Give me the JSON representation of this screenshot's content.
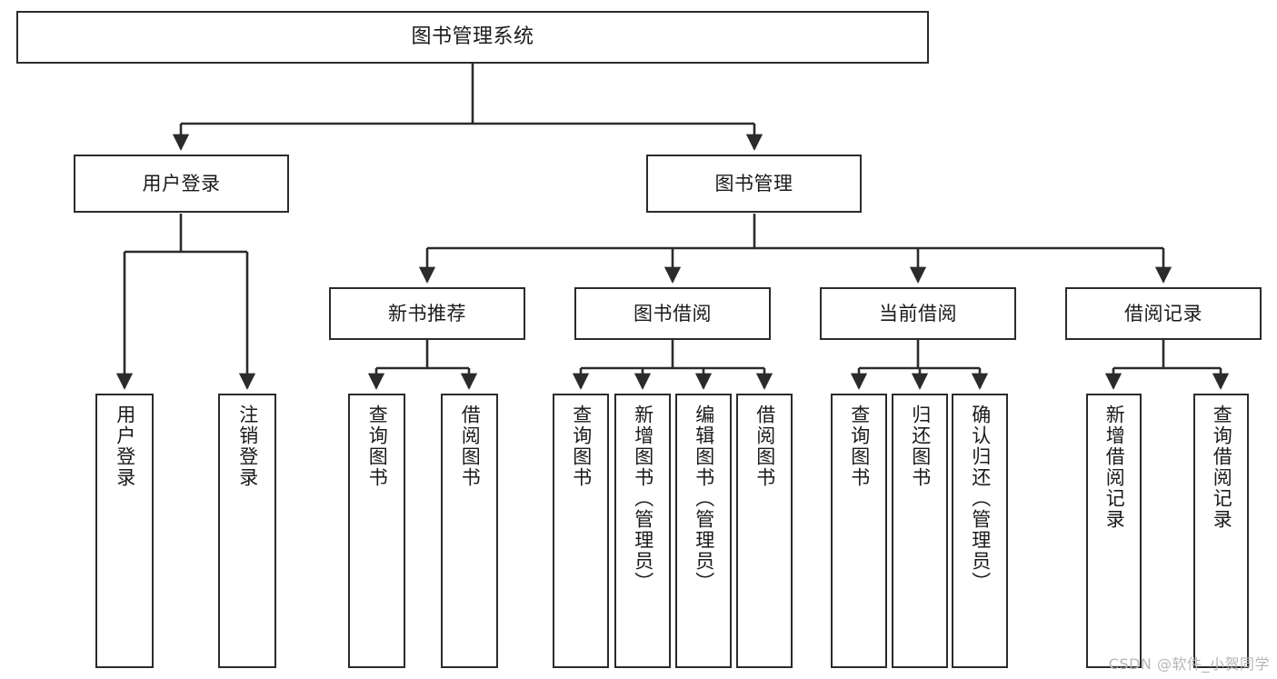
{
  "diagram": {
    "title": "图书管理系统",
    "type": "function-tree",
    "root": {
      "id": "root",
      "label": "图书管理系统"
    },
    "level2": [
      {
        "id": "user-login",
        "label": "用户登录"
      },
      {
        "id": "book-manage",
        "label": "图书管理"
      }
    ],
    "level3": [
      {
        "id": "new-book-recommend",
        "label": "新书推荐",
        "parent": "book-manage"
      },
      {
        "id": "book-borrow",
        "label": "图书借阅",
        "parent": "book-manage"
      },
      {
        "id": "current-borrow",
        "label": "当前借阅",
        "parent": "book-manage"
      },
      {
        "id": "borrow-record",
        "label": "借阅记录",
        "parent": "book-manage"
      }
    ],
    "leaves": [
      {
        "id": "leaf-user-login",
        "label": "用户登录",
        "parent": "user-login"
      },
      {
        "id": "leaf-logout-login",
        "label": "注销登录",
        "parent": "user-login"
      },
      {
        "id": "leaf-query-book-1",
        "label": "查询图书",
        "parent": "new-book-recommend"
      },
      {
        "id": "leaf-borrow-book-1",
        "label": "借阅图书",
        "parent": "new-book-recommend"
      },
      {
        "id": "leaf-query-book-2",
        "label": "查询图书",
        "parent": "book-borrow"
      },
      {
        "id": "leaf-add-book",
        "label": "新增图书（管理员）",
        "parent": "book-borrow"
      },
      {
        "id": "leaf-edit-book",
        "label": "编辑图书（管理员）",
        "parent": "book-borrow"
      },
      {
        "id": "leaf-borrow-book-2",
        "label": "借阅图书",
        "parent": "book-borrow"
      },
      {
        "id": "leaf-query-book-3",
        "label": "查询图书",
        "parent": "current-borrow"
      },
      {
        "id": "leaf-return-book",
        "label": "归还图书",
        "parent": "current-borrow"
      },
      {
        "id": "leaf-confirm-return",
        "label": "确认归还（管理员）",
        "parent": "current-borrow"
      },
      {
        "id": "leaf-add-record",
        "label": "新增借阅记录",
        "parent": "borrow-record"
      },
      {
        "id": "leaf-query-record",
        "label": "查询借阅记录",
        "parent": "borrow-record"
      }
    ],
    "colors": {
      "box_border": "#2b2b2b",
      "box_fill": "#ffffff",
      "connector": "#2b2b2b",
      "text": "#1a1a1a",
      "watermark": "#b6b6b6",
      "background": "#ffffff"
    }
  },
  "watermark": {
    "text": "CSDN @软件_小贺同学"
  }
}
